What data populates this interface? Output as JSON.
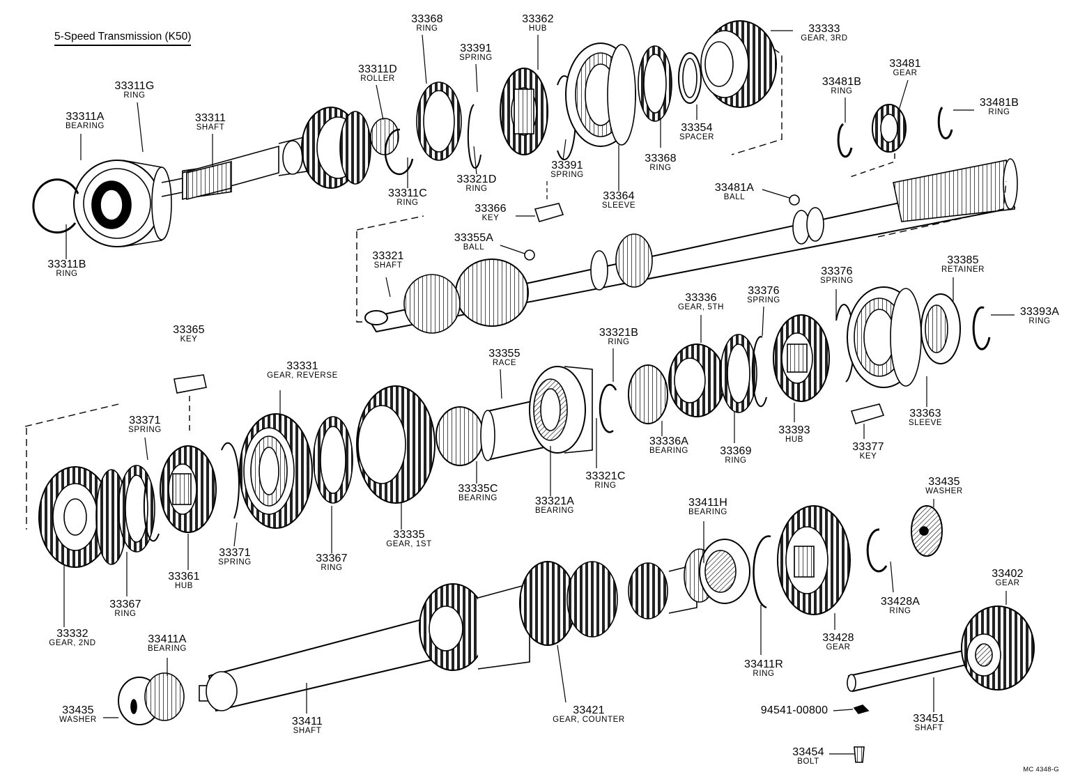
{
  "title": "5-Speed Transmission (K50)",
  "figure_code": "MC 4348-G",
  "parts": [
    {
      "id": "p-33311b",
      "number": "33311B",
      "desc": "RING"
    },
    {
      "id": "p-33311a",
      "number": "33311A",
      "desc": "BEARING"
    },
    {
      "id": "p-33311g",
      "number": "33311G",
      "desc": "RING"
    },
    {
      "id": "p-33311",
      "number": "33311",
      "desc": "SHAFT"
    },
    {
      "id": "p-33311d",
      "number": "33311D",
      "desc": "ROLLER"
    },
    {
      "id": "p-33311c",
      "number": "33311C",
      "desc": "RING"
    },
    {
      "id": "p-33368a",
      "number": "33368",
      "desc": "RING"
    },
    {
      "id": "p-33391a",
      "number": "33391",
      "desc": "SPRING"
    },
    {
      "id": "p-33321d",
      "number": "33321D",
      "desc": "RING"
    },
    {
      "id": "p-33362",
      "number": "33362",
      "desc": "HUB"
    },
    {
      "id": "p-33391b",
      "number": "33391",
      "desc": "SPRING"
    },
    {
      "id": "p-33366",
      "number": "33366",
      "desc": "KEY"
    },
    {
      "id": "p-33364",
      "number": "33364",
      "desc": "SLEEVE"
    },
    {
      "id": "p-33368b",
      "number": "33368",
      "desc": "RING"
    },
    {
      "id": "p-33354",
      "number": "33354",
      "desc": "SPACER"
    },
    {
      "id": "p-33333",
      "number": "33333",
      "desc": "GEAR, 3RD"
    },
    {
      "id": "p-33481b1",
      "number": "33481B",
      "desc": "RING"
    },
    {
      "id": "p-33481",
      "number": "33481",
      "desc": "GEAR"
    },
    {
      "id": "p-33481b2",
      "number": "33481B",
      "desc": "RING"
    },
    {
      "id": "p-33481a",
      "number": "33481A",
      "desc": "BALL"
    },
    {
      "id": "p-33355a",
      "number": "33355A",
      "desc": "BALL"
    },
    {
      "id": "p-33321",
      "number": "33321",
      "desc": "SHAFT"
    },
    {
      "id": "p-33365",
      "number": "33365",
      "desc": "KEY"
    },
    {
      "id": "p-33331",
      "number": "33331",
      "desc": "GEAR, REVERSE"
    },
    {
      "id": "p-33355",
      "number": "33355",
      "desc": "RACE"
    },
    {
      "id": "p-33321b",
      "number": "33321B",
      "desc": "RING"
    },
    {
      "id": "p-33336",
      "number": "33336",
      "desc": "GEAR, 5TH"
    },
    {
      "id": "p-33376a",
      "number": "33376",
      "desc": "SPRING"
    },
    {
      "id": "p-33376b",
      "number": "33376",
      "desc": "SPRING"
    },
    {
      "id": "p-33385",
      "number": "33385",
      "desc": "RETAINER"
    },
    {
      "id": "p-33393a",
      "number": "33393A",
      "desc": "RING"
    },
    {
      "id": "p-33371a",
      "number": "33371",
      "desc": "SPRING"
    },
    {
      "id": "p-33335c",
      "number": "33335C",
      "desc": "BEARING"
    },
    {
      "id": "p-33321a",
      "number": "33321A",
      "desc": "BEARING"
    },
    {
      "id": "p-33321c",
      "number": "33321C",
      "desc": "RING"
    },
    {
      "id": "p-33336a",
      "number": "33336A",
      "desc": "BEARING"
    },
    {
      "id": "p-33369",
      "number": "33369",
      "desc": "RING"
    },
    {
      "id": "p-33393",
      "number": "33393",
      "desc": "HUB"
    },
    {
      "id": "p-33377",
      "number": "33377",
      "desc": "KEY"
    },
    {
      "id": "p-33363",
      "number": "33363",
      "desc": "SLEEVE"
    },
    {
      "id": "p-33335",
      "number": "33335",
      "desc": "GEAR, 1ST"
    },
    {
      "id": "p-33371b",
      "number": "33371",
      "desc": "SPRING"
    },
    {
      "id": "p-33367a",
      "number": "33367",
      "desc": "RING"
    },
    {
      "id": "p-33361",
      "number": "33361",
      "desc": "HUB"
    },
    {
      "id": "p-33367b",
      "number": "33367",
      "desc": "RING"
    },
    {
      "id": "p-33332",
      "number": "33332",
      "desc": "GEAR, 2ND"
    },
    {
      "id": "p-33411h",
      "number": "33411H",
      "desc": "BEARING"
    },
    {
      "id": "p-33435a",
      "number": "33435",
      "desc": "WASHER"
    },
    {
      "id": "p-33428a",
      "number": "33428A",
      "desc": "RING"
    },
    {
      "id": "p-33428",
      "number": "33428",
      "desc": "GEAR"
    },
    {
      "id": "p-33411r",
      "number": "33411R",
      "desc": "RING"
    },
    {
      "id": "p-33402",
      "number": "33402",
      "desc": "GEAR"
    },
    {
      "id": "p-33411a",
      "number": "33411A",
      "desc": "BEARING"
    },
    {
      "id": "p-33435b",
      "number": "33435",
      "desc": "WASHER"
    },
    {
      "id": "p-33411",
      "number": "33411",
      "desc": "SHAFT"
    },
    {
      "id": "p-33421",
      "number": "33421",
      "desc": "GEAR, COUNTER"
    },
    {
      "id": "p-94541",
      "number": "94541-00800",
      "desc": ""
    },
    {
      "id": "p-33451",
      "number": "33451",
      "desc": "SHAFT"
    },
    {
      "id": "p-33454",
      "number": "33454",
      "desc": "BOLT"
    }
  ]
}
